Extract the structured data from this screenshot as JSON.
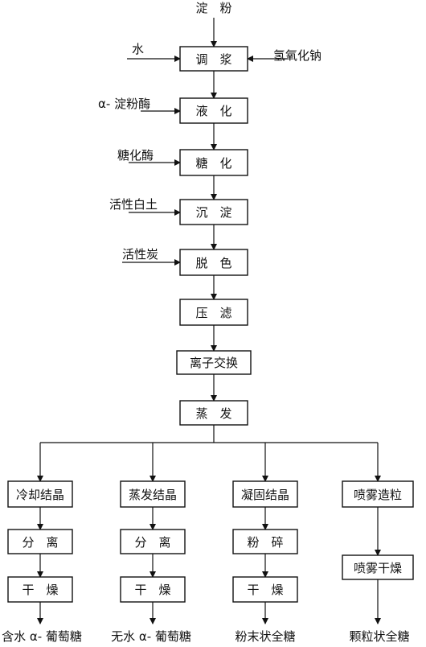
{
  "start": "淀　粉",
  "steps": [
    "调　浆",
    "液　化",
    "糖　化",
    "沉　淀",
    "脱　色",
    "压　滤",
    "离子交换",
    "蒸　发"
  ],
  "inputs": [
    "水",
    "氢氧化钠",
    "α- 淀粉酶",
    "糖化酶",
    "活性白土",
    "活性炭"
  ],
  "branches": [
    {
      "steps": [
        "冷却结晶",
        "分　离",
        "干　燥"
      ],
      "product": "含水 α- 葡萄糖"
    },
    {
      "steps": [
        "蒸发结晶",
        "分　离",
        "干　燥"
      ],
      "product": "无水 α- 葡萄糖"
    },
    {
      "steps": [
        "凝固结晶",
        "粉　碎",
        "干　燥"
      ],
      "product": "粉末状全糖"
    },
    {
      "steps": [
        "喷雾造粒",
        "喷雾干燥"
      ],
      "product": "颗粒状全糖"
    }
  ]
}
